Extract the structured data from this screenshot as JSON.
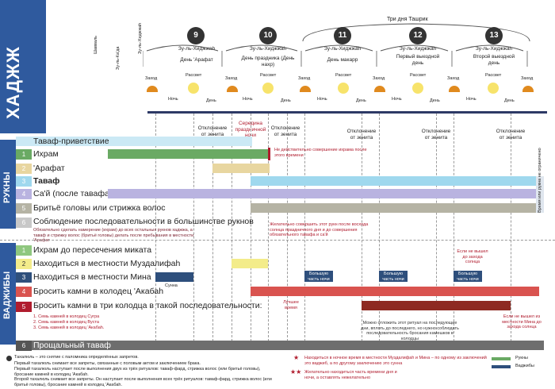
{
  "title": "ХАДЖЖ",
  "header": {
    "shawwal": "Шавваль",
    "dhulqada": "Зу-ль-Ка'да",
    "dhulhijja_start": "Зу-ль-Хиджжаh",
    "tashriq_title": "Три дня Ташрик",
    "days": [
      {
        "num": "9",
        "month": "Зу-ль-Хиджжаh",
        "name": "День 'Арафат"
      },
      {
        "num": "10",
        "month": "Зу-ль-Хиджжаh",
        "name": "День праздника (День нахр)"
      },
      {
        "num": "11",
        "month": "Зу-ль-Хиджжаh",
        "name": "День макарр"
      },
      {
        "num": "12",
        "month": "Зу-ль-Хиджжаh",
        "name": "Первый выездной день"
      },
      {
        "num": "13",
        "month": "Зу-ль-Хиджжаh",
        "name": "Второй выездной день"
      }
    ],
    "zakhod": "Заход",
    "rassvet": "Рассвет",
    "noch": "Ночь",
    "den": "День",
    "otklonenie": "Отклонение от зенита",
    "seredina": "Середина праздничной ночи"
  },
  "sections": {
    "rukny": "РУКНЫ",
    "vajiby": "ВАДЖИБЫ"
  },
  "rows": {
    "tawaf_greeting": "Таваф-приветствие",
    "r1": {
      "num": "1",
      "label": "Ихрам"
    },
    "r2": {
      "num": "2",
      "label": "'Арафат"
    },
    "r3": {
      "num": "3",
      "label": "Таваф"
    },
    "r4": {
      "num": "4",
      "label": "Са'й (после тавафа)"
    },
    "r5": {
      "num": "5",
      "label": "Бритьё головы или стрижка волос"
    },
    "r6": {
      "num": "6",
      "label": "Соблюдение последовательности в большинстве рукнов"
    },
    "r6_note": "Обязательно сделать намерение (ихрам) до всех остальных рукнов хаджжа, а таваф и стрижку волос (бритьё головы) делать после пребывания в местности 'Арафат",
    "w1": {
      "num": "1",
      "label": "Ихрам до пересечения миката"
    },
    "w2": {
      "num": "2",
      "label": "Находиться в местности Муздалифаh"
    },
    "w3": {
      "num": "3",
      "label": "Находиться в местности Мина"
    },
    "w4": {
      "num": "4",
      "label": "Бросить камни в колодец 'Акабаh"
    },
    "w5": {
      "num": "5",
      "label": "Бросить камни в три колодца в такой последовательности:"
    },
    "w5_list": [
      "1. Семь камней в колодец Сугра",
      "2. Семь камней в колодец Вуста",
      "3. Семь камней в колодец 'Акабаh."
    ],
    "w6": {
      "num": "6",
      "label": "Прощальный таваф"
    }
  },
  "annotations": {
    "ihram_note": "Не действительно совершение ихрама после этого времени",
    "late_note": "Желательно совершить этот рукн после восхода солнца праздничного дня и до совершения обязательного тавафа и са'й",
    "sunnah": "Сунна",
    "best_time": "Лучшее время",
    "most_night": "Большую часть ночи",
    "if_not_left": "Если не вышел до захода солнца",
    "defer_note": "Можно отложить этот ритуал на последующие дни, вплоть до последнего, но нужно соблюдать последовательность бросания камешков в колодцы",
    "if_in_mina": "Если не вышел из местности Мина до захода солнца",
    "forbidden_note": "Время или рукна не ограничено"
  },
  "footer": {
    "tahallul_main": "Тахалюль – это снятие с паломника определённых запретов.",
    "tahallul_1": "Первый тахалюль снимает все запреты, связанные с половым актом и заключением брака.",
    "tahallul_2": "Первый тахалюль наступает после выполнения двух из трёх ритуалов: таваф-фард, стрижка волос (или бритьё головы), бросание камней в колодец 'Акабаh.",
    "tahallul_3": "Второй тахалюль снимает все запреты. Он наступает после выполнения всех трёх ритуалов: таваф-фард, стрижка волос (или бритьё головы), бросание камней в колодец 'Акабаh.",
    "star1": "Находиться в ночное время в местности Муздалифаh и Мина – по одному из заключений это ваджиб, а по другому заключению это сунна",
    "star2": "Желательно находиться часть времени дня и ночи, а оставлять нежелательно",
    "legend_rukny": "Рукны",
    "legend_vajiby": "Ваджибы"
  },
  "colors": {
    "blue": "#2f5a9e",
    "green": "#6aaa64",
    "beige": "#e8d6a0",
    "lightblue": "#9fd8ee",
    "lavender": "#b9b3e0",
    "grey": "#b5b3a4",
    "red": "#d9534f"
  }
}
